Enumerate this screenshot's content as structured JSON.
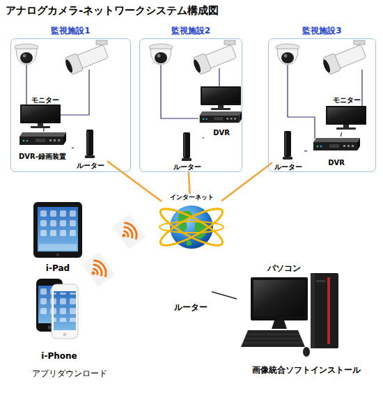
{
  "diagram": {
    "title": "アナログカメラ-ネットワークシステム構成図",
    "nodes": [
      {
        "text": [
          "監視施設1"
        ]
      },
      {
        "text": [
          "モニター"
        ],
        "in": 0
      },
      {
        "text": [
          "DVR-録画装置"
        ],
        "in": 0
      },
      {
        "text": [
          "ルーター"
        ],
        "in": 0
      },
      {
        "text": [
          "監視施設2"
        ]
      },
      {
        "text": [
          "DVR"
        ],
        "in": 4
      },
      {
        "text": [
          "ルーター"
        ],
        "in": 4
      },
      {
        "text": [
          "監視施設3"
        ]
      },
      {
        "text": [
          "モニター"
        ],
        "in": 7
      },
      {
        "text": [
          "DVR"
        ],
        "in": 7
      },
      {
        "text": [
          "ルーター"
        ],
        "in": 7
      },
      {
        "text": [
          "インターネット"
        ]
      },
      {
        "text": [
          "i-Pad"
        ]
      },
      {
        "text": [
          "i-Phone"
        ]
      },
      {
        "text": [
          "ルーター"
        ]
      },
      {
        "text": [
          "パソコン",
          "画像統合ソフトインストール"
        ]
      }
    ],
    "edges": [
      {
        "from": 1,
        "to": 2,
        "arrow": "none"
      },
      {
        "from": 2,
        "to": 3,
        "arrow": "none"
      },
      {
        "from": 5,
        "to": 6,
        "arrow": "none"
      },
      {
        "from": 8,
        "to": 9,
        "arrow": "none"
      },
      {
        "from": 9,
        "to": 10,
        "arrow": "none"
      },
      {
        "from": 3,
        "to": 11,
        "arrow": "none"
      },
      {
        "from": 6,
        "to": 11,
        "arrow": "none"
      },
      {
        "from": 10,
        "to": 11,
        "arrow": "none"
      },
      {
        "from": 14,
        "to": 15,
        "arrow": "none"
      }
    ],
    "labels": [
      "アプリダウンロード"
    ]
  }
}
